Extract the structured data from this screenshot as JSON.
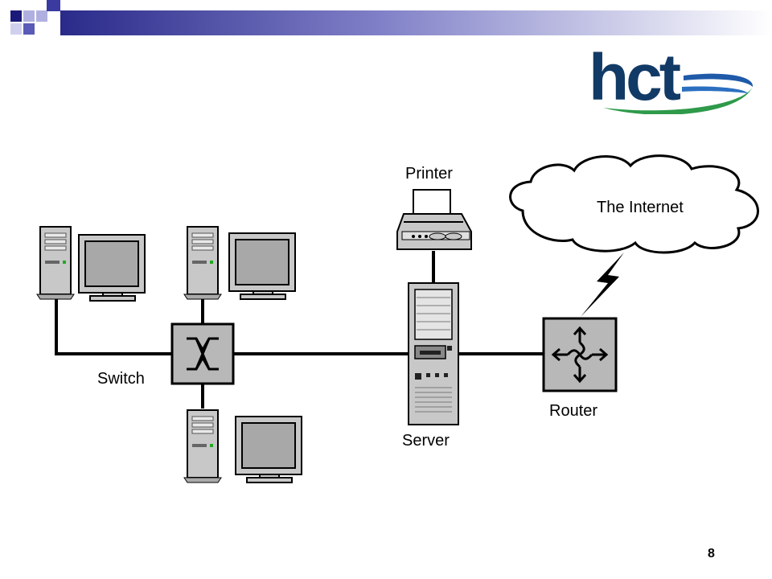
{
  "logo": {
    "text": "hct",
    "colors": {
      "text": "#123a66",
      "swoosh_blue": "#1f5aa8",
      "swoosh_green": "#2e9a4a"
    }
  },
  "diagram": {
    "labels": {
      "printer": "Printer",
      "internet": "The Internet",
      "switch": "Switch",
      "server": "Server",
      "router": "Router"
    }
  },
  "page": {
    "number": "8"
  },
  "colors": {
    "accent_navy": "#1a1a7a",
    "accent_blue": "#5a5ab8",
    "accent_light": "#b0b0e0",
    "device_gray": "#c0c0c0",
    "screen_gray": "#a8a8a8",
    "line": "#000000"
  }
}
